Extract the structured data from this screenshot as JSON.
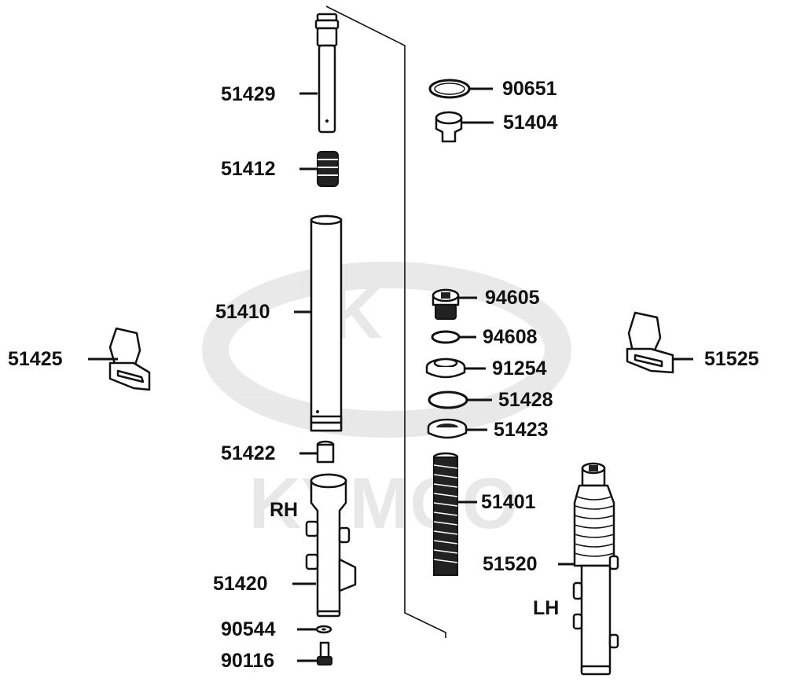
{
  "watermark": {
    "brand": "KYMCO"
  },
  "side_labels": {
    "right": "RH",
    "left": "LH"
  },
  "parts": [
    {
      "id": "p51429",
      "number": "51429",
      "icon": "fork-damper-rod-icon"
    },
    {
      "id": "p51412",
      "number": "51412",
      "icon": "rebound-spring-icon"
    },
    {
      "id": "p51410",
      "number": "51410",
      "icon": "inner-fork-tube-icon"
    },
    {
      "id": "p51425",
      "number": "51425",
      "icon": "fork-guard-right-icon"
    },
    {
      "id": "p51422",
      "number": "51422",
      "icon": "oil-lock-piece-icon"
    },
    {
      "id": "p51420",
      "number": "51420",
      "icon": "outer-fork-tube-right-icon"
    },
    {
      "id": "p90544",
      "number": "90544",
      "icon": "washer-icon"
    },
    {
      "id": "p90116",
      "number": "90116",
      "icon": "bolt-icon"
    },
    {
      "id": "p90651",
      "number": "90651",
      "icon": "o-ring-icon"
    },
    {
      "id": "p51404",
      "number": "51404",
      "icon": "fork-cap-icon"
    },
    {
      "id": "p94605",
      "number": "94605",
      "icon": "fork-top-bolt-icon"
    },
    {
      "id": "p94608",
      "number": "94608",
      "icon": "o-ring-small-icon"
    },
    {
      "id": "p91254",
      "number": "91254",
      "icon": "oil-seal-icon"
    },
    {
      "id": "p51428",
      "number": "51428",
      "icon": "retaining-ring-icon"
    },
    {
      "id": "p51423",
      "number": "51423",
      "icon": "bushing-icon"
    },
    {
      "id": "p51401",
      "number": "51401",
      "icon": "fork-spring-icon"
    },
    {
      "id": "p51525",
      "number": "51525",
      "icon": "fork-guard-left-icon"
    },
    {
      "id": "p51520",
      "number": "51520",
      "icon": "fork-assembly-left-icon"
    }
  ]
}
